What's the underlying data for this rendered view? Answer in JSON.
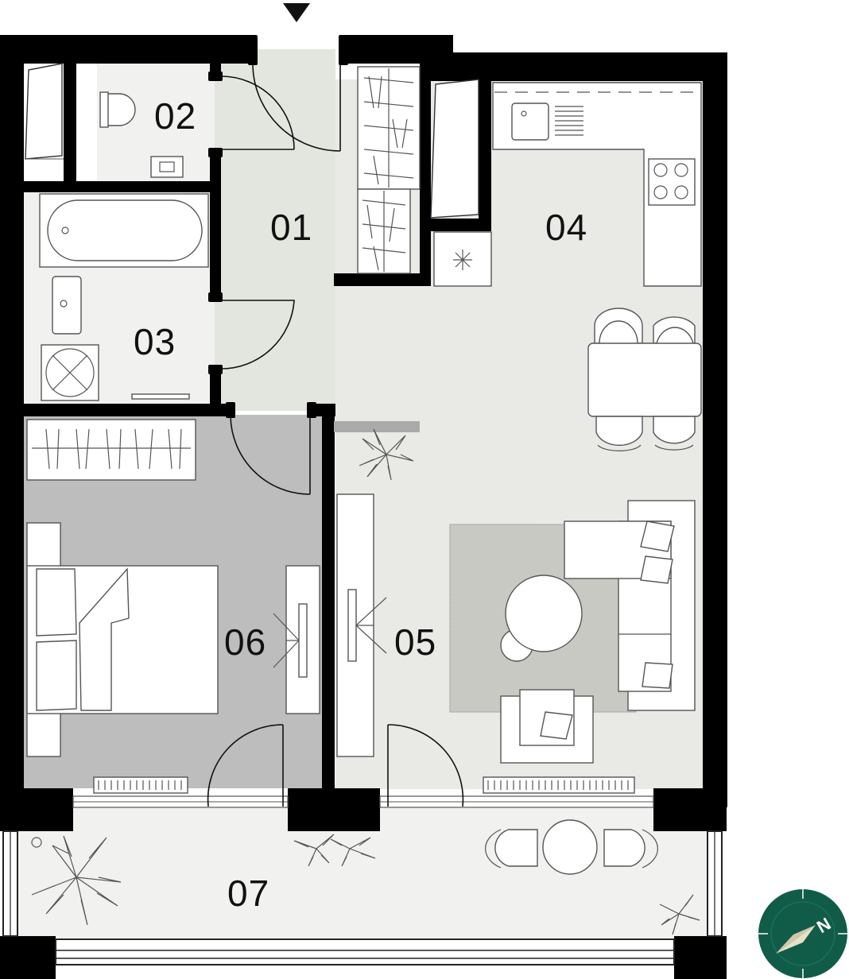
{
  "floor_plan": {
    "entrance_marker": "entrance-arrow",
    "rooms": [
      {
        "id": "01",
        "label": "01"
      },
      {
        "id": "02",
        "label": "02"
      },
      {
        "id": "03",
        "label": "03"
      },
      {
        "id": "04",
        "label": "04"
      },
      {
        "id": "05",
        "label": "05"
      },
      {
        "id": "06",
        "label": "06"
      },
      {
        "id": "07",
        "label": "07"
      }
    ],
    "compass": {
      "label": "N",
      "icon": "compass-north-icon"
    },
    "colors": {
      "wall": "#000000",
      "hall_floor": "#e3e5df",
      "wet_room_floor": "#f1f1ef",
      "living_floor": "#e9eae6",
      "bedroom_floor": "#bdbdbd",
      "balcony_floor": "#f1f1ef",
      "rug": "#c9c9c4",
      "compass_bg": "#115c49",
      "compass_arrow": "#e6e0c8"
    }
  }
}
